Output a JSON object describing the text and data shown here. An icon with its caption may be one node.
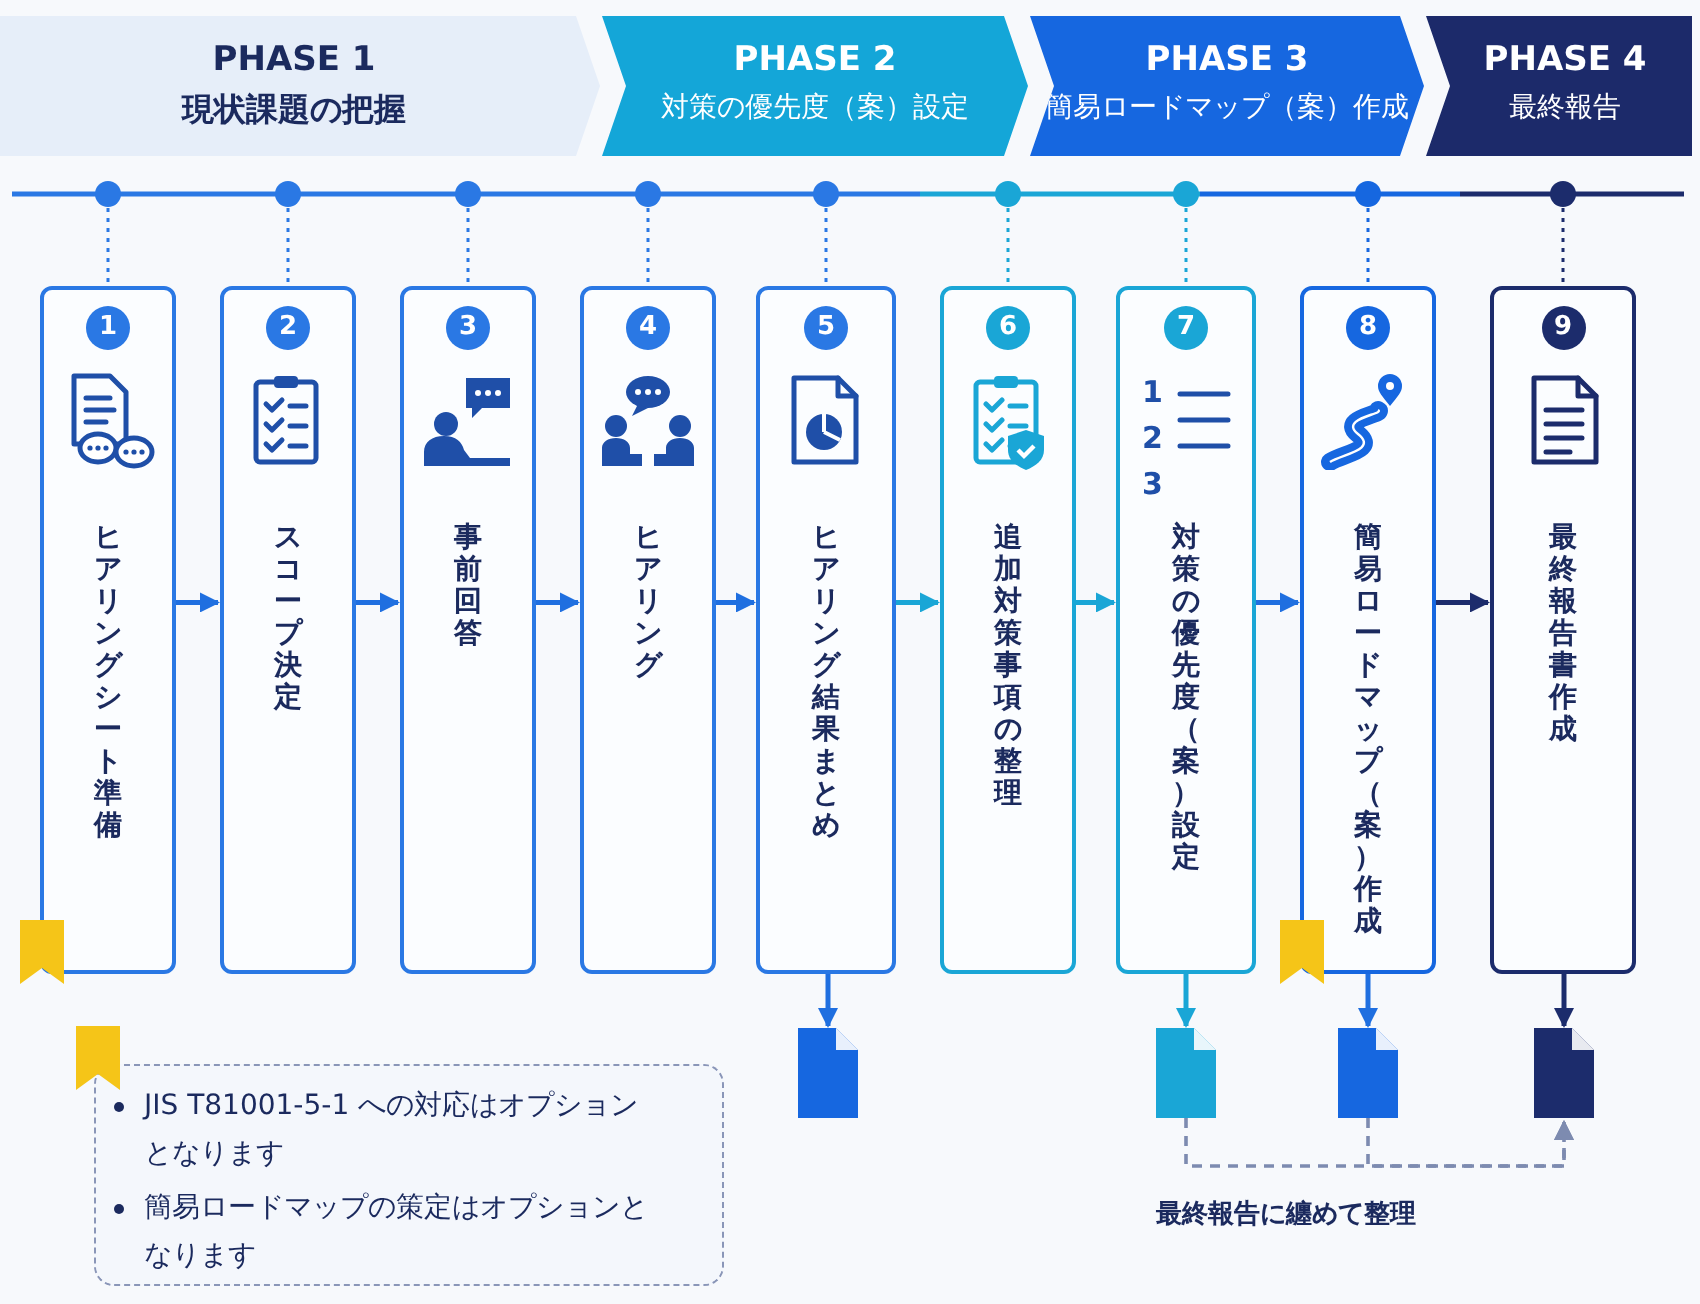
{
  "diagram": {
    "nodes": [
      {
        "text": [
          "PHASE 1",
          "現状課題の把握"
        ]
      },
      {
        "text": [
          "PHASE 2",
          "対策の優先度（案）設定"
        ]
      },
      {
        "text": [
          "PHASE 3",
          "簡易ロードマップ（案）作成"
        ]
      },
      {
        "text": [
          "PHASE 4",
          "最終報告"
        ]
      },
      {
        "text": [
          "1",
          "ヒアリングシート準備"
        ]
      },
      {
        "text": [
          "2",
          "スコープ決定"
        ]
      },
      {
        "text": [
          "3",
          "事前回答"
        ]
      },
      {
        "text": [
          "4",
          "ヒアリング"
        ]
      },
      {
        "text": [
          "5",
          "ヒアリング結果まとめ"
        ]
      },
      {
        "text": [
          "6",
          "追加対策事項の整理"
        ]
      },
      {
        "text": [
          "7",
          "対策の優先度（案）設定"
        ]
      },
      {
        "text": [
          "8",
          "簡易ロードマップ（案）作成"
        ]
      },
      {
        "text": [
          "9",
          "最終報告書作成"
        ]
      },
      {
        "text": [],
        "shape": "document"
      },
      {
        "text": [],
        "shape": "document"
      },
      {
        "text": [],
        "shape": "document"
      },
      {
        "text": [],
        "shape": "document"
      },
      {
        "text": [
          "JIS T81001-5-1 への対応はオプションとなります",
          "簡易ロードマップの策定はオプションとなります"
        ]
      }
    ],
    "edges": [
      {
        "from": 4,
        "to": 5,
        "arrow": "to"
      },
      {
        "from": 5,
        "to": 6,
        "arrow": "to"
      },
      {
        "from": 6,
        "to": 7,
        "arrow": "to"
      },
      {
        "from": 7,
        "to": 8,
        "arrow": "to"
      },
      {
        "from": 8,
        "to": 9,
        "arrow": "to",
        "color": "#1aa6d6"
      },
      {
        "from": 9,
        "to": 10,
        "arrow": "to",
        "color": "#1aa6d6"
      },
      {
        "from": 10,
        "to": 11,
        "arrow": "to"
      },
      {
        "from": 11,
        "to": 12,
        "arrow": "to",
        "color": "#1c2c6c"
      },
      {
        "from": 8,
        "to": 13,
        "arrow": "to"
      },
      {
        "from": 10,
        "to": 14,
        "arrow": "to",
        "color": "#1aa6d6"
      },
      {
        "from": 11,
        "to": 15,
        "arrow": "to"
      },
      {
        "from": 12,
        "to": 16,
        "arrow": "to",
        "color": "#1c2c6c"
      },
      {
        "from": 14,
        "to": 16,
        "arrow": "to",
        "style": "dashed",
        "color": "#7d8bb0"
      },
      {
        "from": 15,
        "to": 16,
        "arrow": "to",
        "style": "dashed",
        "color": "#7d8bb0"
      }
    ],
    "labels": [
      "1",
      "2",
      "3",
      "最終報告に纏めて整理"
    ]
  }
}
